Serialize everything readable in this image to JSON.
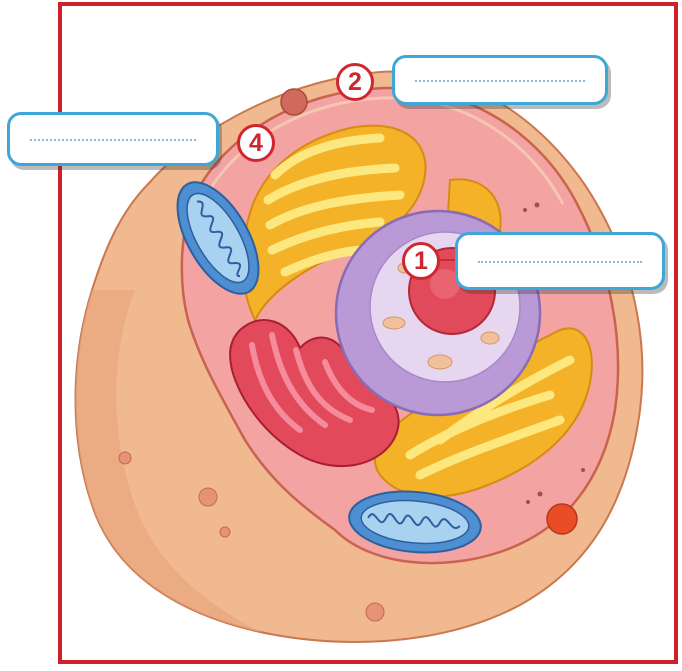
{
  "markers": [
    "1",
    "2",
    "4"
  ],
  "answer_boxes": [
    {
      "for_marker": "1",
      "value": ""
    },
    {
      "for_marker": "2",
      "value": ""
    },
    {
      "for_marker": "4",
      "value": ""
    }
  ],
  "colors": {
    "frame_border": "#d0202a",
    "marker": "#cf2630",
    "box_border": "#3fa7d8",
    "cytoplasm": "#f2a3a2",
    "cell_outer": "#f0b98f",
    "nucleus_envelope": "#b99ad6",
    "nucleolus": "#e04a5a",
    "golgi": "#f4b228",
    "mitochondria": "#4d8fd1",
    "rough_er": "#e2495a"
  }
}
